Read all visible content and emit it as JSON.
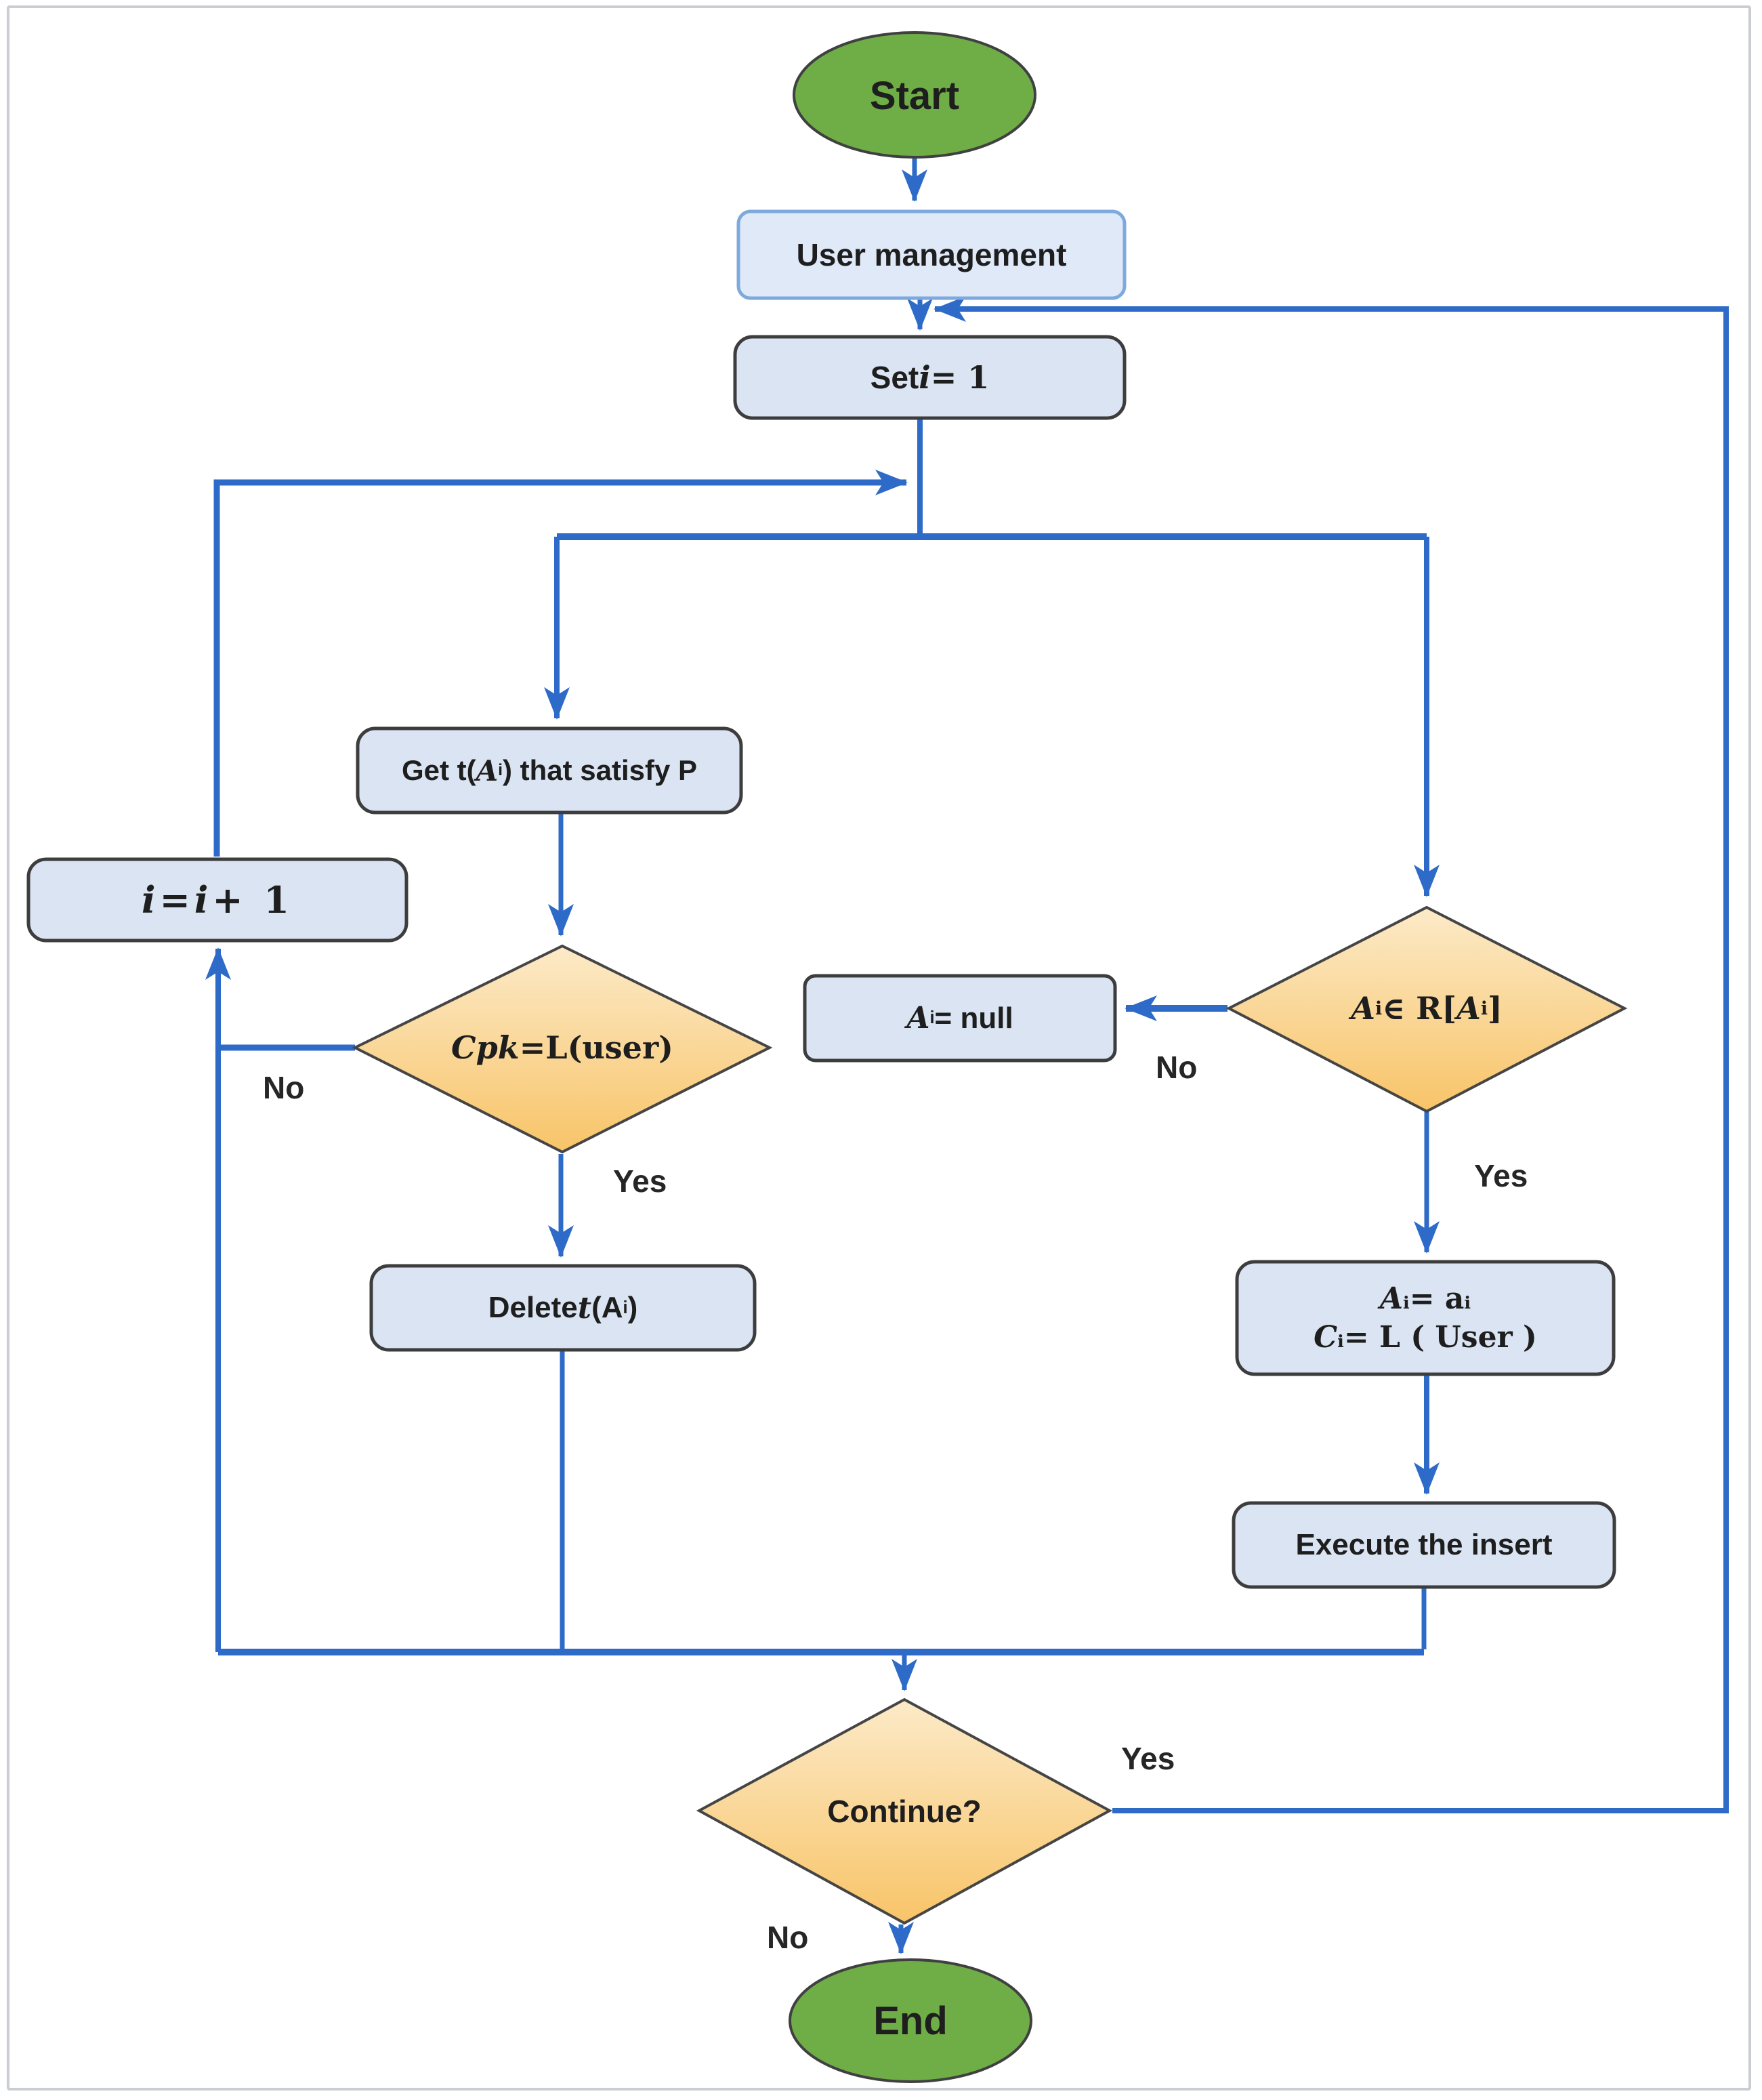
{
  "figure_title": "User management flowchart",
  "colors": {
    "background": "#ffffff",
    "frame": "#cacdd2",
    "arrow": "#2e6bc8",
    "terminal_fill": "#6fad47",
    "terminal_border": "#404040",
    "process_fill": "#dbe4f2",
    "process_border": "#3d3d3d",
    "entry_fill": "#dfe9f7",
    "entry_border": "#7ea9dc",
    "decision_fill_top": "#fceac8",
    "decision_fill_bottom": "#f8c468",
    "decision_border": "#454545",
    "text": "#1e1e1e"
  },
  "nodes": {
    "start": {
      "label": "Start"
    },
    "user_management": {
      "label": "User management"
    },
    "set_i": {
      "p1": "Set ",
      "i": "i",
      "p2": " = 1"
    },
    "get_t": {
      "p1": "Get t(",
      "a": "A",
      "sub": "i",
      "p2": ") that satisfy P"
    },
    "increment": {
      "i1": "i",
      "eq": " = ",
      "i2": "i",
      "p": " + 1"
    },
    "cpk_decision": {
      "var": "Cpk",
      "rest": " =L(user)"
    },
    "a_null": {
      "a": "A",
      "sub": "i",
      "rest": "= null"
    },
    "membership_decision": {
      "a1": "A",
      "sub1": "i",
      "mid": " ∈ R[",
      "a2": "A",
      "sub2": "i",
      "end": "]"
    },
    "delete_t": {
      "p1": "Delete ",
      "t": "t",
      "p2": "(A",
      "sub": "i",
      "p3": ")"
    },
    "assign": {
      "l1a": "A",
      "l1sub": "i",
      "l1b": "= a",
      "l1sub2": "i",
      "l2a": "C",
      "l2sub": "i",
      "l2b": "= L ( User )"
    },
    "execute_insert": {
      "label": "Execute the insert"
    },
    "continue_decision": {
      "label": "Continue?"
    },
    "end": {
      "label": "End"
    }
  },
  "edge_labels": {
    "cpk_no": "No",
    "cpk_yes": "Yes",
    "membership_no": "No",
    "membership_yes": "Yes",
    "continue_yes": "Yes",
    "continue_no": "No"
  },
  "edges": [
    {
      "from": "start",
      "to": "user-management"
    },
    {
      "from": "user-management",
      "to": "set-i"
    },
    {
      "from": "set-i",
      "to": "branch-split"
    },
    {
      "from": "branch-split",
      "to": "get-t"
    },
    {
      "from": "branch-split",
      "to": "membership-decision"
    },
    {
      "from": "get-t",
      "to": "cpk-decision"
    },
    {
      "from": "cpk-decision",
      "to": "increment",
      "label": "No"
    },
    {
      "from": "cpk-decision",
      "to": "delete-t",
      "label": "Yes"
    },
    {
      "from": "increment",
      "to": "branch-split"
    },
    {
      "from": "membership-decision",
      "to": "a-null",
      "label": "No"
    },
    {
      "from": "membership-decision",
      "to": "assign",
      "label": "Yes"
    },
    {
      "from": "assign",
      "to": "execute-insert"
    },
    {
      "from": "delete-t",
      "to": "continue-decision"
    },
    {
      "from": "execute-insert",
      "to": "continue-decision"
    },
    {
      "from": "continue-decision",
      "to": "end",
      "label": "No"
    },
    {
      "from": "continue-decision",
      "to": "set-i",
      "label": "Yes"
    }
  ]
}
